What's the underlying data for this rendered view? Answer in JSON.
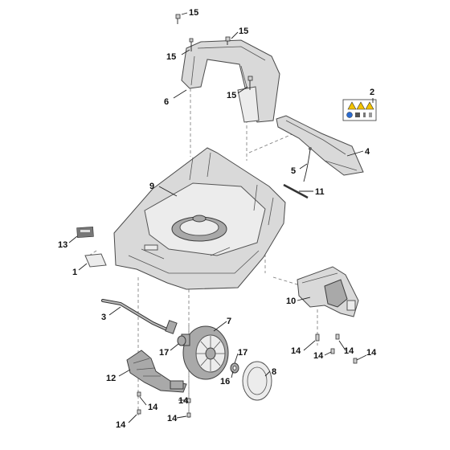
{
  "diagram": {
    "callouts": [
      {
        "id": "c15a",
        "label": "15"
      },
      {
        "id": "c15b",
        "label": "15"
      },
      {
        "id": "c15c",
        "label": "15"
      },
      {
        "id": "c15d",
        "label": "15"
      },
      {
        "id": "c6",
        "label": "6"
      },
      {
        "id": "c2",
        "label": "2"
      },
      {
        "id": "c4",
        "label": "4"
      },
      {
        "id": "c5",
        "label": "5"
      },
      {
        "id": "c11",
        "label": "11"
      },
      {
        "id": "c9",
        "label": "9"
      },
      {
        "id": "c13",
        "label": "13"
      },
      {
        "id": "c1",
        "label": "1"
      },
      {
        "id": "c3",
        "label": "3"
      },
      {
        "id": "c10",
        "label": "10"
      },
      {
        "id": "c7",
        "label": "7"
      },
      {
        "id": "c17a",
        "label": "17"
      },
      {
        "id": "c17b",
        "label": "17"
      },
      {
        "id": "c16",
        "label": "16"
      },
      {
        "id": "c8",
        "label": "8"
      },
      {
        "id": "c12",
        "label": "12"
      },
      {
        "id": "c14a",
        "label": "14"
      },
      {
        "id": "c14b",
        "label": "14"
      },
      {
        "id": "c14c",
        "label": "14"
      },
      {
        "id": "c14d",
        "label": "14"
      },
      {
        "id": "c14e",
        "label": "14"
      },
      {
        "id": "c14f",
        "label": "14"
      },
      {
        "id": "c14g",
        "label": "14"
      }
    ],
    "colors": {
      "body": "#d9d9d9",
      "outline": "#4a4a4a",
      "dark_parts": "#a9a9a9",
      "warning_yellow": "#f2c200"
    }
  }
}
